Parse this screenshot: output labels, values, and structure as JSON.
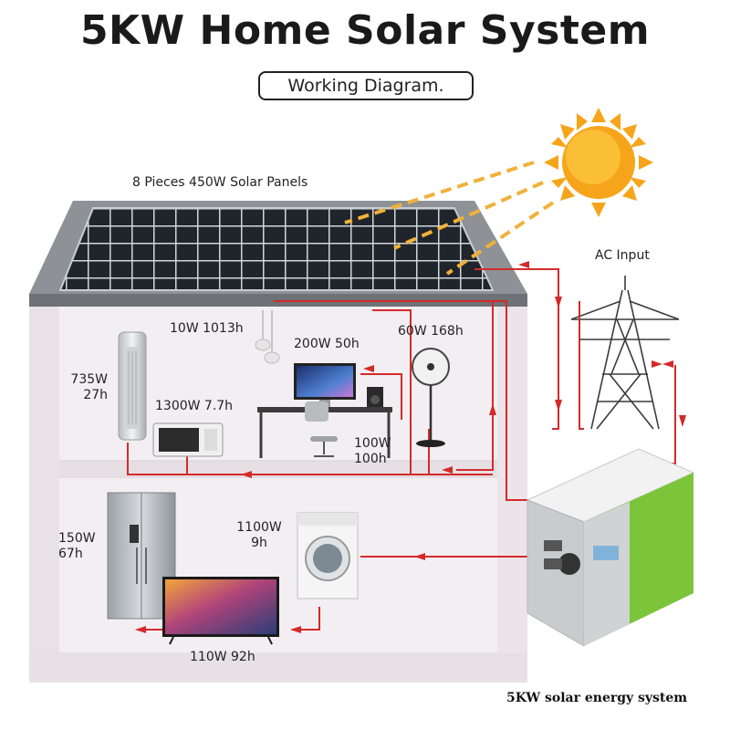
{
  "title": "5KW Home Solar System",
  "subtitle": "Working Diagram.",
  "labels": {
    "panels": "8 Pieces 450W Solar Panels",
    "ac_input": "AC Input",
    "lamp": "10W 1013h",
    "computer": "200W 50h",
    "fan": "60W 168h",
    "tower_fan_1": "735W",
    "tower_fan_2": "27h",
    "microwave": "1300W 7.7h",
    "speaker_1": "100W",
    "speaker_2": "100h",
    "fridge_1": "150W",
    "fridge_2": "67h",
    "washer_1": "1100W",
    "washer_2": "9h",
    "tv": "110W 92h",
    "system": "5KW solar energy system"
  },
  "colors": {
    "wire": "#d42a2a",
    "panel": "#1e2328",
    "sun": "#f6a51a",
    "battery_green": "#7cc43a",
    "house_bg": "#f2eef0"
  }
}
